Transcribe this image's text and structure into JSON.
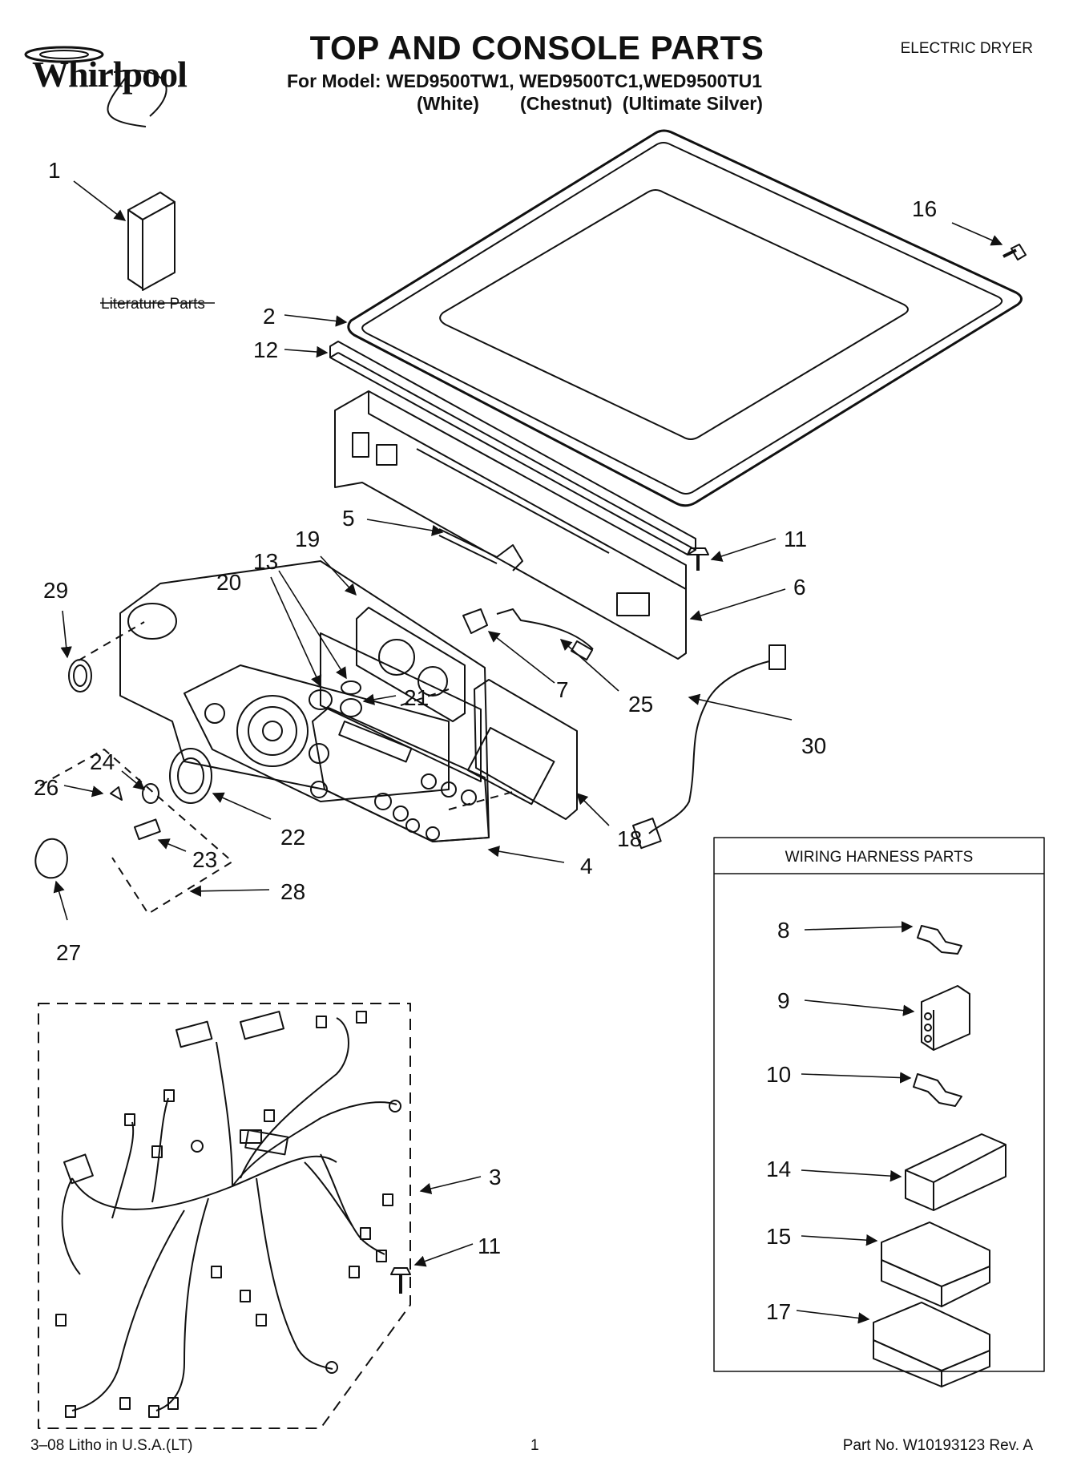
{
  "header": {
    "brand": "Whirlpool",
    "title": "TOP AND CONSOLE PARTS",
    "model_line": "For Model: WED9500TW1, WED9500TC1,WED9500TU1",
    "colors_line": "(White)        (Chestnut)  (Ultimate Silver)",
    "product_type": "ELECTRIC DRYER"
  },
  "labels": {
    "literature_parts": "Literature Parts",
    "wiring_harness_parts": "WIRING HARNESS PARTS"
  },
  "callouts": {
    "c1": "1",
    "c2": "2",
    "c3": "3",
    "c4": "4",
    "c5": "5",
    "c6": "6",
    "c7": "7",
    "c8": "8",
    "c9": "9",
    "c10": "10",
    "c11a": "11",
    "c11b": "11",
    "c12": "12",
    "c13": "13",
    "c14": "14",
    "c15": "15",
    "c16": "16",
    "c17": "17",
    "c18": "18",
    "c19": "19",
    "c20": "20",
    "c21": "21",
    "c22": "22",
    "c23": "23",
    "c24": "24",
    "c25": "25",
    "c26": "26",
    "c27": "27",
    "c28": "28",
    "c29": "29",
    "c30": "30"
  },
  "footer": {
    "litho": "3–08 Litho in U.S.A.(LT)",
    "page_number": "1",
    "part_no": "Part No. W10193123 Rev. A"
  },
  "colors": {
    "ink": "#111111",
    "paper": "#ffffff"
  }
}
